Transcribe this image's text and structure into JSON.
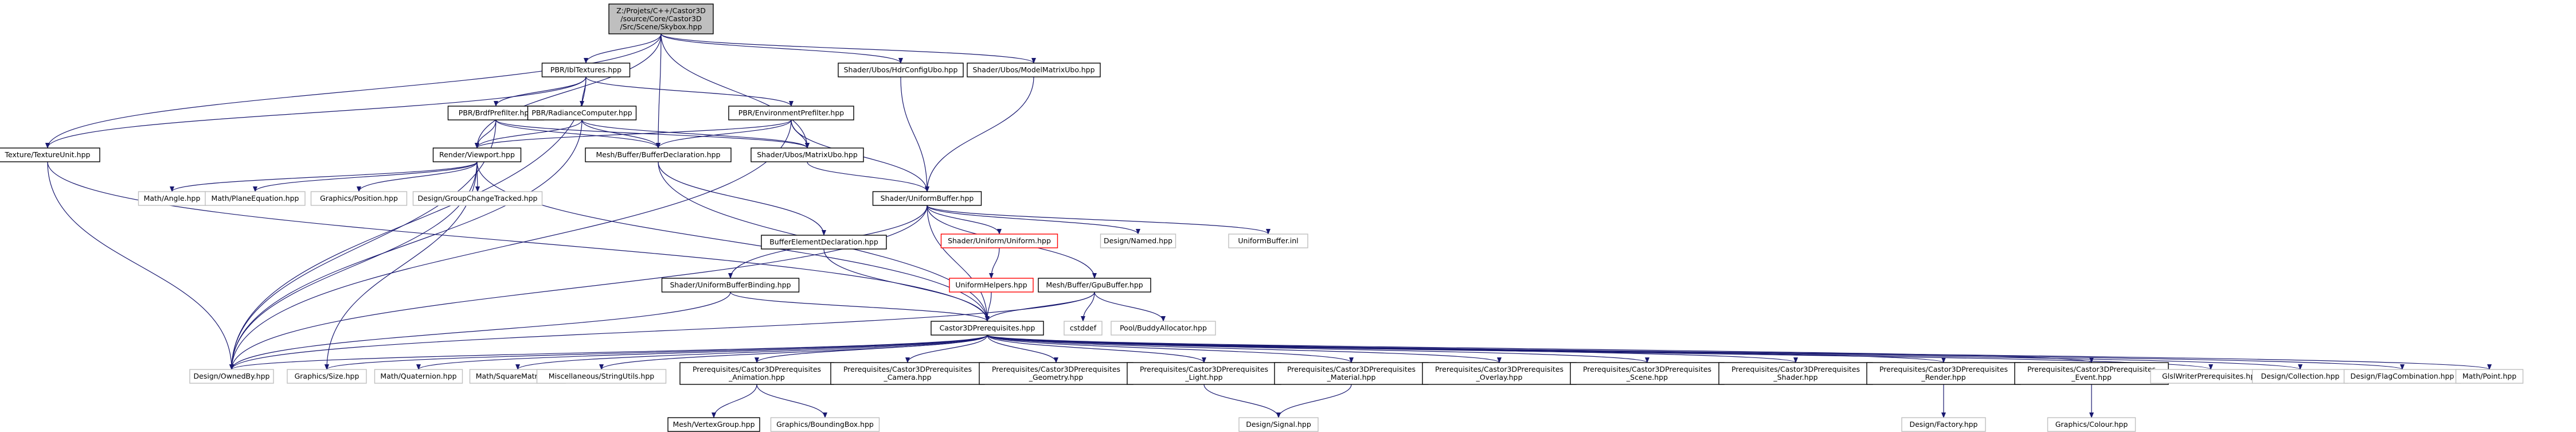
{
  "colors": {
    "edge": "#191970",
    "root_fill": "#bfbfbf",
    "node_fill": "#ffffff",
    "documented_border": "#000000",
    "external_border": "#bfbfbf",
    "missing_border": "#ff0000"
  },
  "nodes": [
    {
      "id": "root",
      "lines": [
        "Z:/Projets/C++/Castor3D",
        "/source/Core/Castor3D",
        "/Src/Scene/Skybox.hpp"
      ],
      "kind": "root"
    },
    {
      "id": "pbr_ibl",
      "lines": [
        "PBR/IblTextures.hpp"
      ],
      "kind": "doc"
    },
    {
      "id": "hdr_ubo",
      "lines": [
        "Shader/Ubos/HdrConfigUbo.hpp"
      ],
      "kind": "doc"
    },
    {
      "id": "model_ubo",
      "lines": [
        "Shader/Ubos/ModelMatrixUbo.hpp"
      ],
      "kind": "doc"
    },
    {
      "id": "tex_unit",
      "lines": [
        "Texture/TextureUnit.hpp"
      ],
      "kind": "doc"
    },
    {
      "id": "brdf",
      "lines": [
        "PBR/BrdfPrefilter.hpp"
      ],
      "kind": "doc"
    },
    {
      "id": "radiance",
      "lines": [
        "PBR/RadianceComputer.hpp"
      ],
      "kind": "doc"
    },
    {
      "id": "env_pref",
      "lines": [
        "PBR/EnvironmentPrefilter.hpp"
      ],
      "kind": "doc"
    },
    {
      "id": "viewport",
      "lines": [
        "Render/Viewport.hpp"
      ],
      "kind": "doc"
    },
    {
      "id": "buf_decl",
      "lines": [
        "Mesh/Buffer/BufferDeclaration.hpp"
      ],
      "kind": "doc"
    },
    {
      "id": "matrix_ubo",
      "lines": [
        "Shader/Ubos/MatrixUbo.hpp"
      ],
      "kind": "doc"
    },
    {
      "id": "uni_buf",
      "lines": [
        "Shader/UniformBuffer.hpp"
      ],
      "kind": "doc"
    },
    {
      "id": "m_angle",
      "lines": [
        "Math/Angle.hpp"
      ],
      "kind": "ext"
    },
    {
      "id": "m_plane",
      "lines": [
        "Math/PlaneEquation.hpp"
      ],
      "kind": "ext"
    },
    {
      "id": "g_pos",
      "lines": [
        "Graphics/Position.hpp"
      ],
      "kind": "ext"
    },
    {
      "id": "d_gct",
      "lines": [
        "Design/GroupChangeTracked.hpp"
      ],
      "kind": "ext"
    },
    {
      "id": "uniform",
      "lines": [
        "Shader/Uniform/Uniform.hpp"
      ],
      "kind": "missing"
    },
    {
      "id": "d_named",
      "lines": [
        "Design/Named.hpp"
      ],
      "kind": "ext"
    },
    {
      "id": "ub_inl",
      "lines": [
        "UniformBuffer.inl"
      ],
      "kind": "ext"
    },
    {
      "id": "buf_elem",
      "lines": [
        "BufferElementDeclaration.hpp"
      ],
      "kind": "doc"
    },
    {
      "id": "uni_helpers",
      "lines": [
        "UniformHelpers.hpp"
      ],
      "kind": "missing"
    },
    {
      "id": "ubb",
      "lines": [
        "Shader/UniformBufferBinding.hpp"
      ],
      "kind": "doc"
    },
    {
      "id": "gpu_buf",
      "lines": [
        "Mesh/Buffer/GpuBuffer.hpp"
      ],
      "kind": "doc"
    },
    {
      "id": "cstddef",
      "lines": [
        "cstddef"
      ],
      "kind": "ext"
    },
    {
      "id": "buddy",
      "lines": [
        "Pool/BuddyAllocator.hpp"
      ],
      "kind": "ext"
    },
    {
      "id": "prereq",
      "lines": [
        "Castor3DPrerequisites.hpp"
      ],
      "kind": "doc"
    },
    {
      "id": "owned",
      "lines": [
        "Design/OwnedBy.hpp"
      ],
      "kind": "ext"
    },
    {
      "id": "g_size",
      "lines": [
        "Graphics/Size.hpp"
      ],
      "kind": "ext"
    },
    {
      "id": "m_quat",
      "lines": [
        "Math/Quaternion.hpp"
      ],
      "kind": "ext"
    },
    {
      "id": "m_sqm",
      "lines": [
        "Math/SquareMatrix.hpp"
      ],
      "kind": "ext"
    },
    {
      "id": "misc_su",
      "lines": [
        "Miscellaneous/StringUtils.hpp"
      ],
      "kind": "ext"
    },
    {
      "id": "p_anim",
      "lines": [
        "Prerequisites/Castor3DPrerequisites",
        "_Animation.hpp"
      ],
      "kind": "doc"
    },
    {
      "id": "p_cam",
      "lines": [
        "Prerequisites/Castor3DPrerequisites",
        "_Camera.hpp"
      ],
      "kind": "doc"
    },
    {
      "id": "p_geo",
      "lines": [
        "Prerequisites/Castor3DPrerequisites",
        "_Geometry.hpp"
      ],
      "kind": "doc"
    },
    {
      "id": "p_light",
      "lines": [
        "Prerequisites/Castor3DPrerequisites",
        "_Light.hpp"
      ],
      "kind": "doc"
    },
    {
      "id": "p_mat",
      "lines": [
        "Prerequisites/Castor3DPrerequisites",
        "_Material.hpp"
      ],
      "kind": "doc"
    },
    {
      "id": "p_ovl",
      "lines": [
        "Prerequisites/Castor3DPrerequisites",
        "_Overlay.hpp"
      ],
      "kind": "doc"
    },
    {
      "id": "p_scene",
      "lines": [
        "Prerequisites/Castor3DPrerequisites",
        "_Scene.hpp"
      ],
      "kind": "doc"
    },
    {
      "id": "p_shader",
      "lines": [
        "Prerequisites/Castor3DPrerequisites",
        "_Shader.hpp"
      ],
      "kind": "doc"
    },
    {
      "id": "p_render",
      "lines": [
        "Prerequisites/Castor3DPrerequisites",
        "_Render.hpp"
      ],
      "kind": "doc"
    },
    {
      "id": "p_event",
      "lines": [
        "Prerequisites/Castor3DPrerequisites",
        "_Event.hpp"
      ],
      "kind": "doc"
    },
    {
      "id": "glsl",
      "lines": [
        "GlslWriterPrerequisites.hpp"
      ],
      "kind": "ext"
    },
    {
      "id": "d_coll",
      "lines": [
        "Design/Collection.hpp"
      ],
      "kind": "ext"
    },
    {
      "id": "d_flag",
      "lines": [
        "Design/FlagCombination.hpp"
      ],
      "kind": "ext"
    },
    {
      "id": "m_point",
      "lines": [
        "Math/Point.hpp"
      ],
      "kind": "ext"
    },
    {
      "id": "vgroup",
      "lines": [
        "Mesh/VertexGroup.hpp"
      ],
      "kind": "doc"
    },
    {
      "id": "g_bbox",
      "lines": [
        "Graphics/BoundingBox.hpp"
      ],
      "kind": "ext"
    },
    {
      "id": "d_signal",
      "lines": [
        "Design/Signal.hpp"
      ],
      "kind": "ext"
    },
    {
      "id": "d_factory",
      "lines": [
        "Design/Factory.hpp"
      ],
      "kind": "ext"
    },
    {
      "id": "g_colour",
      "lines": [
        "Graphics/Colour.hpp"
      ],
      "kind": "ext"
    }
  ],
  "edges": [
    [
      "root",
      "pbr_ibl"
    ],
    [
      "root",
      "hdr_ubo"
    ],
    [
      "root",
      "model_ubo"
    ],
    [
      "root",
      "tex_unit"
    ],
    [
      "root",
      "viewport"
    ],
    [
      "root",
      "buf_decl"
    ],
    [
      "root",
      "matrix_ubo"
    ],
    [
      "pbr_ibl",
      "brdf"
    ],
    [
      "pbr_ibl",
      "radiance"
    ],
    [
      "pbr_ibl",
      "env_pref"
    ],
    [
      "pbr_ibl",
      "tex_unit"
    ],
    [
      "pbr_ibl",
      "owned"
    ],
    [
      "hdr_ubo",
      "uni_buf"
    ],
    [
      "model_ubo",
      "uni_buf"
    ],
    [
      "tex_unit",
      "owned"
    ],
    [
      "tex_unit",
      "prereq"
    ],
    [
      "brdf",
      "viewport"
    ],
    [
      "brdf",
      "buf_decl"
    ],
    [
      "brdf",
      "matrix_ubo"
    ],
    [
      "brdf",
      "owned"
    ],
    [
      "radiance",
      "viewport"
    ],
    [
      "radiance",
      "buf_decl"
    ],
    [
      "radiance",
      "matrix_ubo"
    ],
    [
      "radiance",
      "owned"
    ],
    [
      "env_pref",
      "viewport"
    ],
    [
      "env_pref",
      "buf_decl"
    ],
    [
      "env_pref",
      "matrix_ubo"
    ],
    [
      "env_pref",
      "owned"
    ],
    [
      "env_pref",
      "uni_buf"
    ],
    [
      "viewport",
      "m_angle"
    ],
    [
      "viewport",
      "m_plane"
    ],
    [
      "viewport",
      "g_pos"
    ],
    [
      "viewport",
      "d_gct"
    ],
    [
      "viewport",
      "prereq"
    ],
    [
      "viewport",
      "owned"
    ],
    [
      "viewport",
      "g_size"
    ],
    [
      "buf_decl",
      "buf_elem"
    ],
    [
      "buf_decl",
      "prereq"
    ],
    [
      "matrix_ubo",
      "uni_buf"
    ],
    [
      "uni_buf",
      "uniform"
    ],
    [
      "uni_buf",
      "d_named"
    ],
    [
      "uni_buf",
      "ub_inl"
    ],
    [
      "uni_buf",
      "ubb"
    ],
    [
      "uni_buf",
      "gpu_buf"
    ],
    [
      "uni_buf",
      "prereq"
    ],
    [
      "uni_buf",
      "owned"
    ],
    [
      "buf_elem",
      "prereq"
    ],
    [
      "uniform",
      "uni_helpers"
    ],
    [
      "uni_helpers",
      "prereq"
    ],
    [
      "ubb",
      "prereq"
    ],
    [
      "ubb",
      "owned"
    ],
    [
      "gpu_buf",
      "cstddef"
    ],
    [
      "gpu_buf",
      "buddy"
    ],
    [
      "gpu_buf",
      "prereq"
    ],
    [
      "gpu_buf",
      "owned"
    ],
    [
      "prereq",
      "owned"
    ],
    [
      "prereq",
      "g_size"
    ],
    [
      "prereq",
      "m_quat"
    ],
    [
      "prereq",
      "m_sqm"
    ],
    [
      "prereq",
      "misc_su"
    ],
    [
      "prereq",
      "p_anim"
    ],
    [
      "prereq",
      "p_cam"
    ],
    [
      "prereq",
      "p_geo"
    ],
    [
      "prereq",
      "p_light"
    ],
    [
      "prereq",
      "p_mat"
    ],
    [
      "prereq",
      "p_ovl"
    ],
    [
      "prereq",
      "p_scene"
    ],
    [
      "prereq",
      "p_shader"
    ],
    [
      "prereq",
      "p_render"
    ],
    [
      "prereq",
      "p_event"
    ],
    [
      "prereq",
      "glsl"
    ],
    [
      "prereq",
      "d_coll"
    ],
    [
      "prereq",
      "d_flag"
    ],
    [
      "prereq",
      "m_point"
    ],
    [
      "p_anim",
      "vgroup"
    ],
    [
      "p_anim",
      "g_bbox"
    ],
    [
      "p_light",
      "d_signal"
    ],
    [
      "p_mat",
      "d_signal"
    ],
    [
      "p_render",
      "d_factory"
    ],
    [
      "p_event",
      "g_colour"
    ]
  ]
}
